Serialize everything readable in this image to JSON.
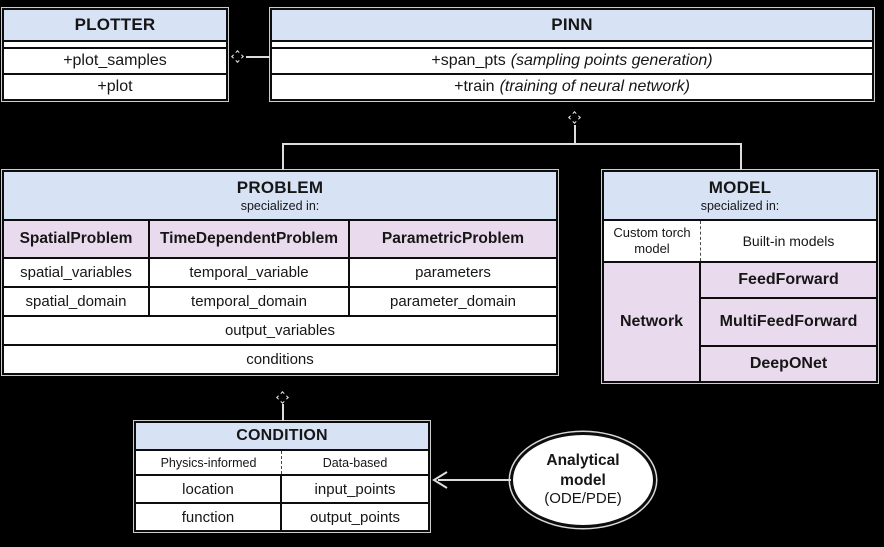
{
  "colors": {
    "bg": "#000000",
    "header_blue": "#d7e2f5",
    "pink": "#eadaee",
    "cell_white": "#ffffff",
    "border": "#0d0d0d",
    "line": "#dcdcdc",
    "text": "#161616"
  },
  "icons": {
    "aggregation_marker": "dashed-diamond",
    "dependency_arrow": "open-arrowhead-left"
  },
  "plotter": {
    "title": "PLOTTER",
    "methods": [
      "+plot_samples",
      "+plot"
    ]
  },
  "pinn": {
    "title": "PINN",
    "methods": [
      {
        "name": "+span_pts",
        "note": "(sampling points generation)"
      },
      {
        "name": "+train",
        "note": "(training of neural network)"
      }
    ]
  },
  "problem": {
    "title": "PROBLEM",
    "subtitle": "specialized in:",
    "columns": [
      {
        "name": "SpatialProblem",
        "attrs": [
          "spatial_variables",
          "spatial_domain"
        ]
      },
      {
        "name": "TimeDependentProblem",
        "attrs": [
          "temporal_variable",
          "temporal_domain"
        ]
      },
      {
        "name": "ParametricProblem",
        "attrs": [
          "parameters",
          "parameter_domain"
        ]
      }
    ],
    "shared": [
      "output_variables",
      "conditions"
    ]
  },
  "model": {
    "title": "MODEL",
    "subtitle": "specialized in:",
    "left_header": "Custom torch model",
    "right_header": "Built-in models",
    "left_cell": "Network",
    "right_cells": [
      "FeedForward",
      "MultiFeedForward",
      "DeepONet"
    ]
  },
  "condition": {
    "title": "CONDITION",
    "left_header": "Physics-informed",
    "right_header": "Data-based",
    "left_attrs": [
      "location",
      "function"
    ],
    "right_attrs": [
      "input_points",
      "output_points"
    ]
  },
  "analytical": {
    "title": "Analytical model",
    "subtitle": "(ODE/PDE)"
  }
}
